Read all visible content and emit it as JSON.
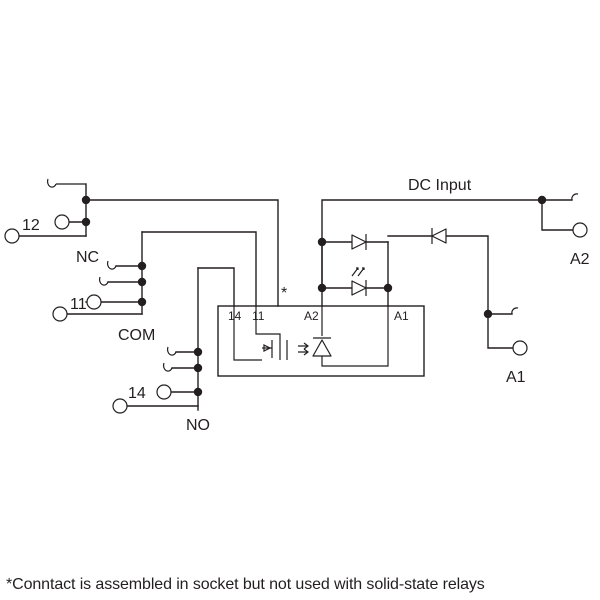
{
  "labels": {
    "nc": "NC",
    "com": "COM",
    "no": "NO",
    "dc_input": "DC Input",
    "a2_terminal": "A2",
    "a1_terminal": "A1",
    "pin_12": "12",
    "pin_11": "11",
    "pin_14": "14",
    "box_14": "14",
    "box_11": "11",
    "box_a2": "A2",
    "box_a1": "A1",
    "asterisk": "*"
  },
  "footnote": "*Conntact is assembled in socket but not used with solid-state relays"
}
